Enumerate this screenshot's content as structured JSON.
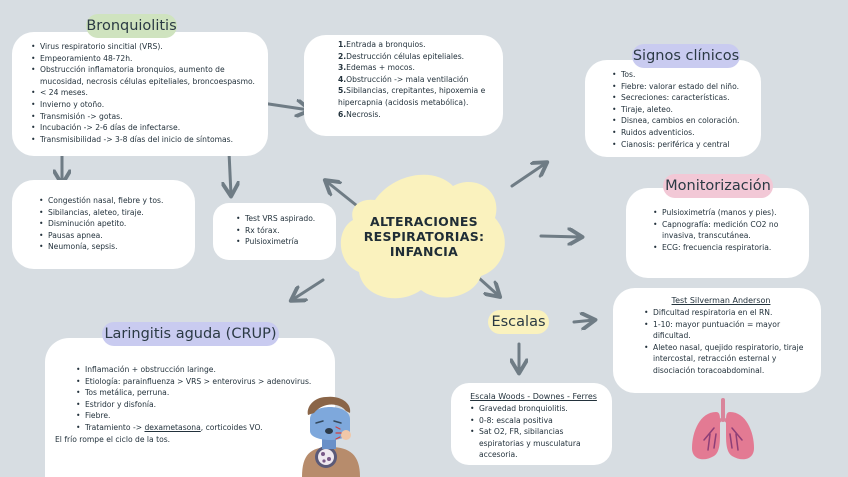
{
  "center": {
    "line1": "ALTERACIONES",
    "line2": "RESPIRATORIAS:",
    "line3": "INFANCIA"
  },
  "bronquiolitis": {
    "title": "Bronquiolitis",
    "items": [
      "Virus respiratorio sincitial (VRS).",
      "Empeoramiento 48-72h.",
      "Obstrucción inflamatoria bronquios, aumento de mucosidad, necrosis células epiteliales, broncoespasmo.",
      "< 24 meses.",
      "Invierno y otoño.",
      "Transmisión -> gotas.",
      "Incubación -> 2-6 días de infectarse.",
      "Transmisibilidad -> 3-8 días del inicio de síntomas."
    ],
    "clinica": [
      "Congestión nasal, fiebre y tos.",
      "Sibilancias, aleteo, tiraje.",
      "Disminución apetito.",
      "Pausas apnea.",
      "Neumonía, sepsis."
    ],
    "diagnostico": [
      "Test VRS aspirado.",
      "Rx tórax.",
      "Pulsioximetría"
    ]
  },
  "fisiopatologia": [
    {
      "n": "1.",
      "text": "Entrada a bronquios."
    },
    {
      "n": "2.",
      "text": "Destrucción células epiteliales."
    },
    {
      "n": "3.",
      "text": "Edemas + mocos."
    },
    {
      "n": "4.",
      "text": "Obstrucción -> mala ventilación"
    },
    {
      "n": "5.",
      "text": "Sibilancias, crepitantes, hipoxemia e hipercapnia (acidosis metabólica)."
    },
    {
      "n": "6.",
      "text": "Necrosis."
    }
  ],
  "signos": {
    "title": "Signos clínicos",
    "items": [
      "Tos.",
      "Fiebre: valorar estado del niño.",
      "Secreciones: características.",
      "Tiraje, aleteo.",
      "Disnea, cambios en coloración.",
      "Ruidos adventicios.",
      "Cianosis: periférica y central"
    ]
  },
  "monitorizacion": {
    "title": "Monitorización",
    "items": [
      "Pulsioximetría (manos y pies).",
      "Capnografía: medición CO2 no invasiva, transcutánea.",
      "ECG: frecuencia respiratoria."
    ]
  },
  "escalas": {
    "title": "Escalas"
  },
  "silverman": {
    "title": "Test Silverman Anderson",
    "items": [
      "Dificultad respiratoria en el RN.",
      "1-10: mayor puntuación = mayor dificultad.",
      "Aleteo nasal, quejido respiratorio, tiraje intercostal, retracción esternal y disociación toracoabdominal."
    ]
  },
  "woods": {
    "title": "Escala Woods - Downes - Ferres",
    "items": [
      "Gravedad bronquiolitis.",
      "0-8: escala positiva",
      "Sat O2, FR, sibilancias espiratorias y musculatura accesoria."
    ]
  },
  "crup": {
    "title": "Laringitis aguda (CRUP)",
    "items": [
      "Inflamación + obstrucción laringe.",
      "Etiología: parainfluenza > VRS > enterovirus > adenovirus.",
      "Tos metálica, perruna.",
      "Estridor y disfonía.",
      "Fiebre."
    ],
    "tratamiento_prefix": "Tratamiento -> ",
    "tratamiento_drug": "dexametasona",
    "tratamiento_suffix": ", corticoides VO.",
    "note": "El frío rompe el ciclo de la tos."
  },
  "colors": {
    "background": "#d7dde2",
    "green_pill": "#cfe3bf",
    "purple_pill": "#c9cbf0",
    "pink_pill": "#f2c8d6",
    "yellow": "#faf2be",
    "arrow": "#6f7c85"
  }
}
